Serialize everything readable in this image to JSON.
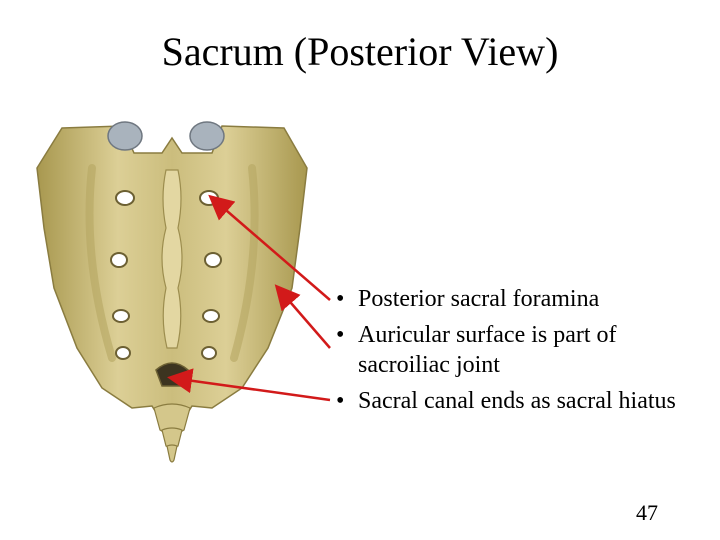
{
  "slide": {
    "title": "Sacrum (Posterior View)",
    "bullets": [
      "Posterior sacral foramina",
      "Auricular surface is part of sacroiliac joint",
      "Sacral canal ends as sacral hiatus"
    ],
    "page_number": "47"
  },
  "colors": {
    "bone": "#d6c98e",
    "bone_shadow": "#9c8d4e",
    "arrow": "#d21a1a",
    "cartilage": "#a9b3bd"
  }
}
